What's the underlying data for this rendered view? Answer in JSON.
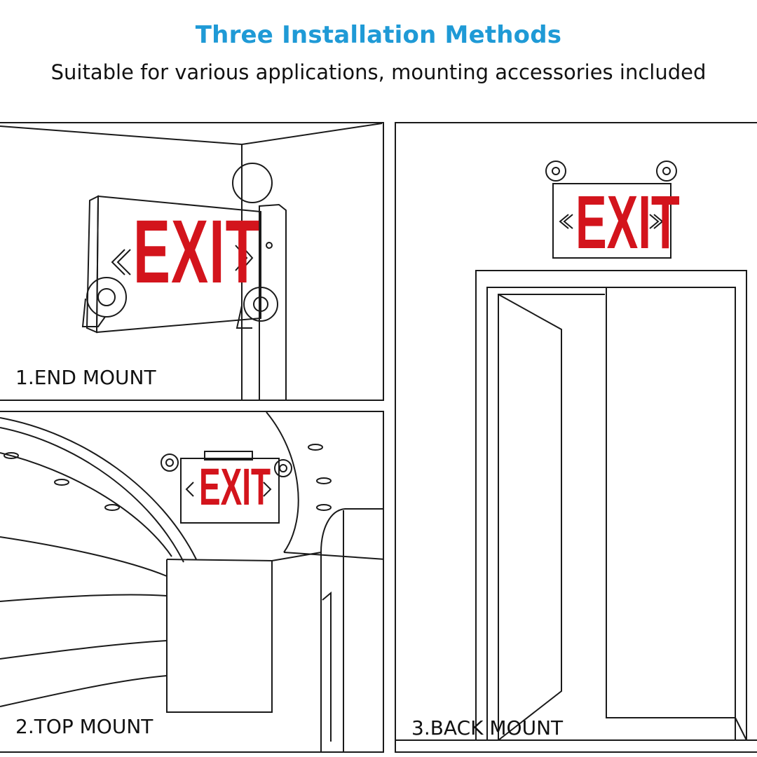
{
  "header": {
    "title": "Three Installation Methods",
    "subtitle": "Suitable for various applications, mounting accessories included"
  },
  "colors": {
    "title": "#1f9ad6",
    "sign_text": "#d3141c",
    "line": "#1a1a1a"
  },
  "panels": {
    "end_mount": {
      "caption": "1.END MOUNT",
      "sign_text": "EXIT"
    },
    "top_mount": {
      "caption": "2.TOP MOUNT",
      "sign_text": "EXIT"
    },
    "back_mount": {
      "caption": "3.BACK MOUNT",
      "sign_text": "EXIT"
    }
  }
}
